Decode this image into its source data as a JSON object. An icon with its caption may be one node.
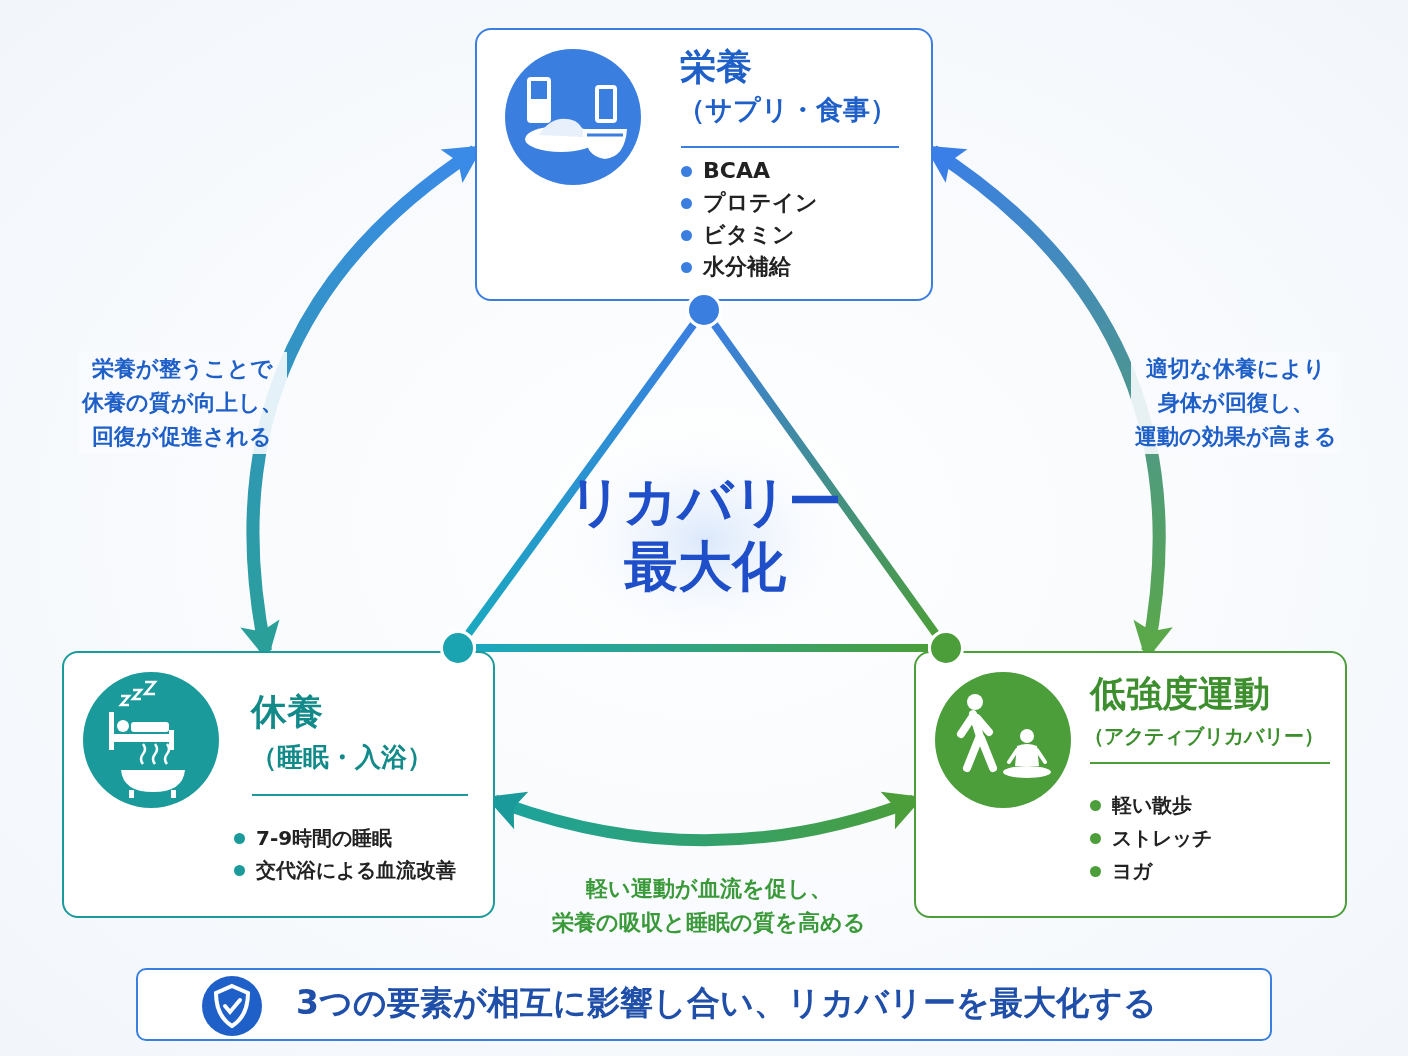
{
  "diagram": {
    "nodes": [
      {
        "text": [
          "栄養",
          "（サプリ・食事）",
          "BCAA",
          "プロテイン",
          "ビタミン",
          "水分補給"
        ]
      },
      {
        "text": [],
        "shape": "circle"
      },
      {
        "text": [],
        "shape": "circle"
      },
      {
        "text": [],
        "shape": "circle"
      },
      {
        "text": [
          "休養",
          "（睡眠・入浴）",
          "7-9時間の睡眠",
          "交代浴による血流改善"
        ]
      },
      {
        "text": [
          "低強度運動",
          "（アクティブリカバリー）",
          "軽い散歩",
          "ストレッチ",
          "ヨガ"
        ]
      },
      {
        "text": [
          "3つの要素が相互に影響し合い、リカバリーを最大化する"
        ]
      }
    ],
    "edges": [
      {
        "from": 0,
        "to": 4,
        "arrow": "both",
        "label": "栄養が整うことで休養の質が向上し、回復が促進される"
      },
      {
        "from": 0,
        "to": 5,
        "arrow": "both",
        "label": "適切な休養により身体が回復し、運動の効果が高まる"
      },
      {
        "from": 4,
        "to": 5,
        "arrow": "both",
        "label": "軽い運動が血流を促し、栄養の吸収と睡眠の質を高める"
      },
      {
        "from": 1,
        "to": 2,
        "arrow": "none"
      },
      {
        "from": 1,
        "to": 3,
        "arrow": "none"
      },
      {
        "from": 2,
        "to": 3,
        "arrow": "none"
      }
    ],
    "labels": [
      "リカバリー最大化"
    ]
  }
}
